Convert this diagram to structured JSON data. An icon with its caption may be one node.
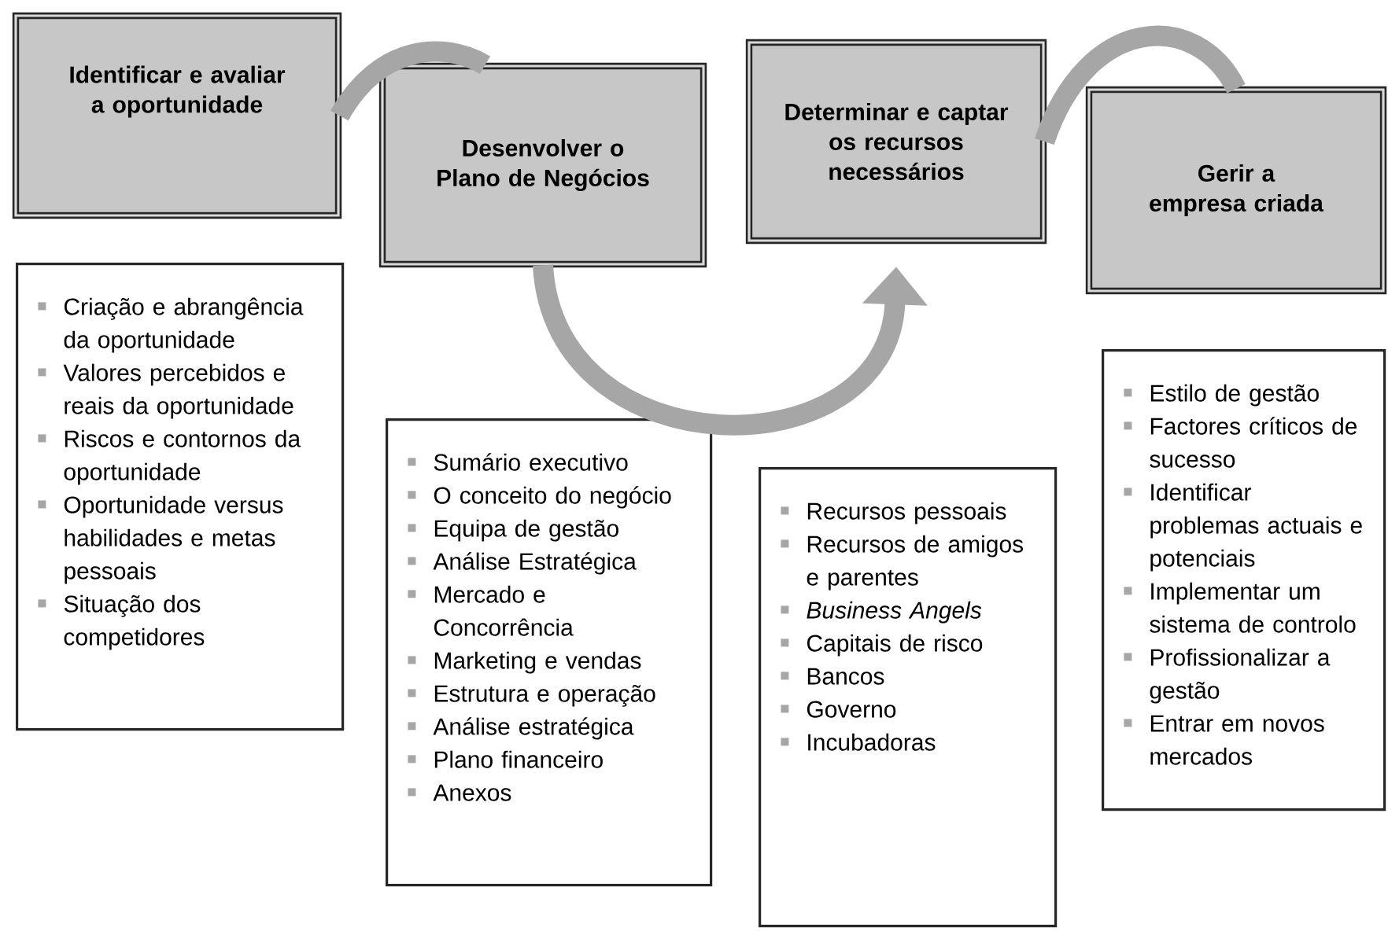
{
  "diagram": {
    "nodes": [
      {
        "text": [
          "Identificar e avaliar a oportunidade"
        ]
      },
      {
        "text": [
          "Desenvolver o Plano de Negócios"
        ]
      },
      {
        "text": [
          "Determinar e captar os recursos necessários"
        ]
      },
      {
        "text": [
          "Gerir a empresa criada"
        ]
      },
      {
        "text": [
          "Criação e abrangência da oportunidade",
          "Valores percebidos e reais da oportunidade",
          "Riscos e contornos da oportunidade",
          "Oportunidade versus habilidades e metas pessoais",
          "Situação dos competidores"
        ]
      },
      {
        "text": [
          "Sumário executivo",
          "O conceito do negócio",
          "Equipa de gestão",
          "Análise Estratégica",
          "Mercado e Concorrência",
          "Marketing e vendas",
          "Estrutura e operação",
          "Análise estratégica",
          "Plano financeiro",
          "Anexos"
        ]
      },
      {
        "text": [
          "Recursos pessoais",
          "Recursos de amigos e parentes",
          "*Business Angels*",
          "Capitais de risco",
          "Bancos",
          "Governo",
          "Incubadoras"
        ]
      },
      {
        "text": [
          "Estilo de gestão",
          "Factores críticos de sucesso",
          "Identificar problemas actuais e potenciais",
          "Implementar um sistema de controlo",
          "Profissionalizar a gestão",
          "Entrar em novos mercados"
        ]
      }
    ],
    "edges": [
      {
        "from": 0,
        "to": 1,
        "arrow": "none"
      },
      {
        "from": 1,
        "to": 2,
        "arrow": "to"
      },
      {
        "from": 2,
        "to": 3,
        "arrow": "none"
      }
    ]
  }
}
